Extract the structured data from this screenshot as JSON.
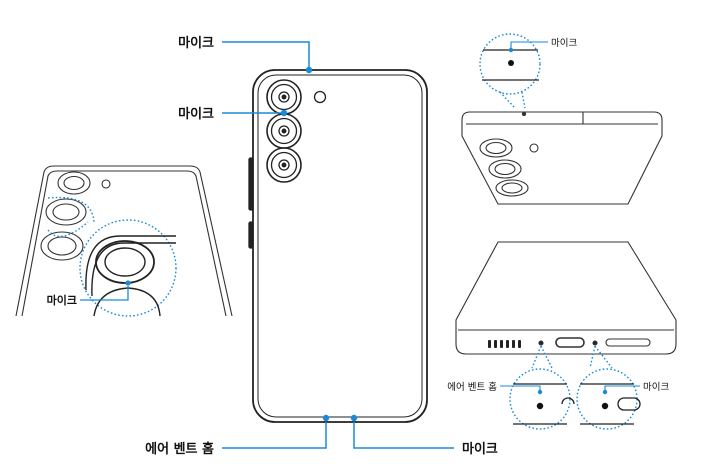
{
  "labels": {
    "mic_top": "마이크",
    "mic_camera": "마이크",
    "mic_left_detail": "마이크",
    "mic_top_right": "마이크",
    "vent_bottom": "에어 벤트 홈",
    "mic_bottom": "마이크",
    "vent_detail": "에어 벤트 홈",
    "mic_bottom_detail": "마이크"
  },
  "colors": {
    "callout": "#1a8ad8",
    "outline": "#222222"
  }
}
